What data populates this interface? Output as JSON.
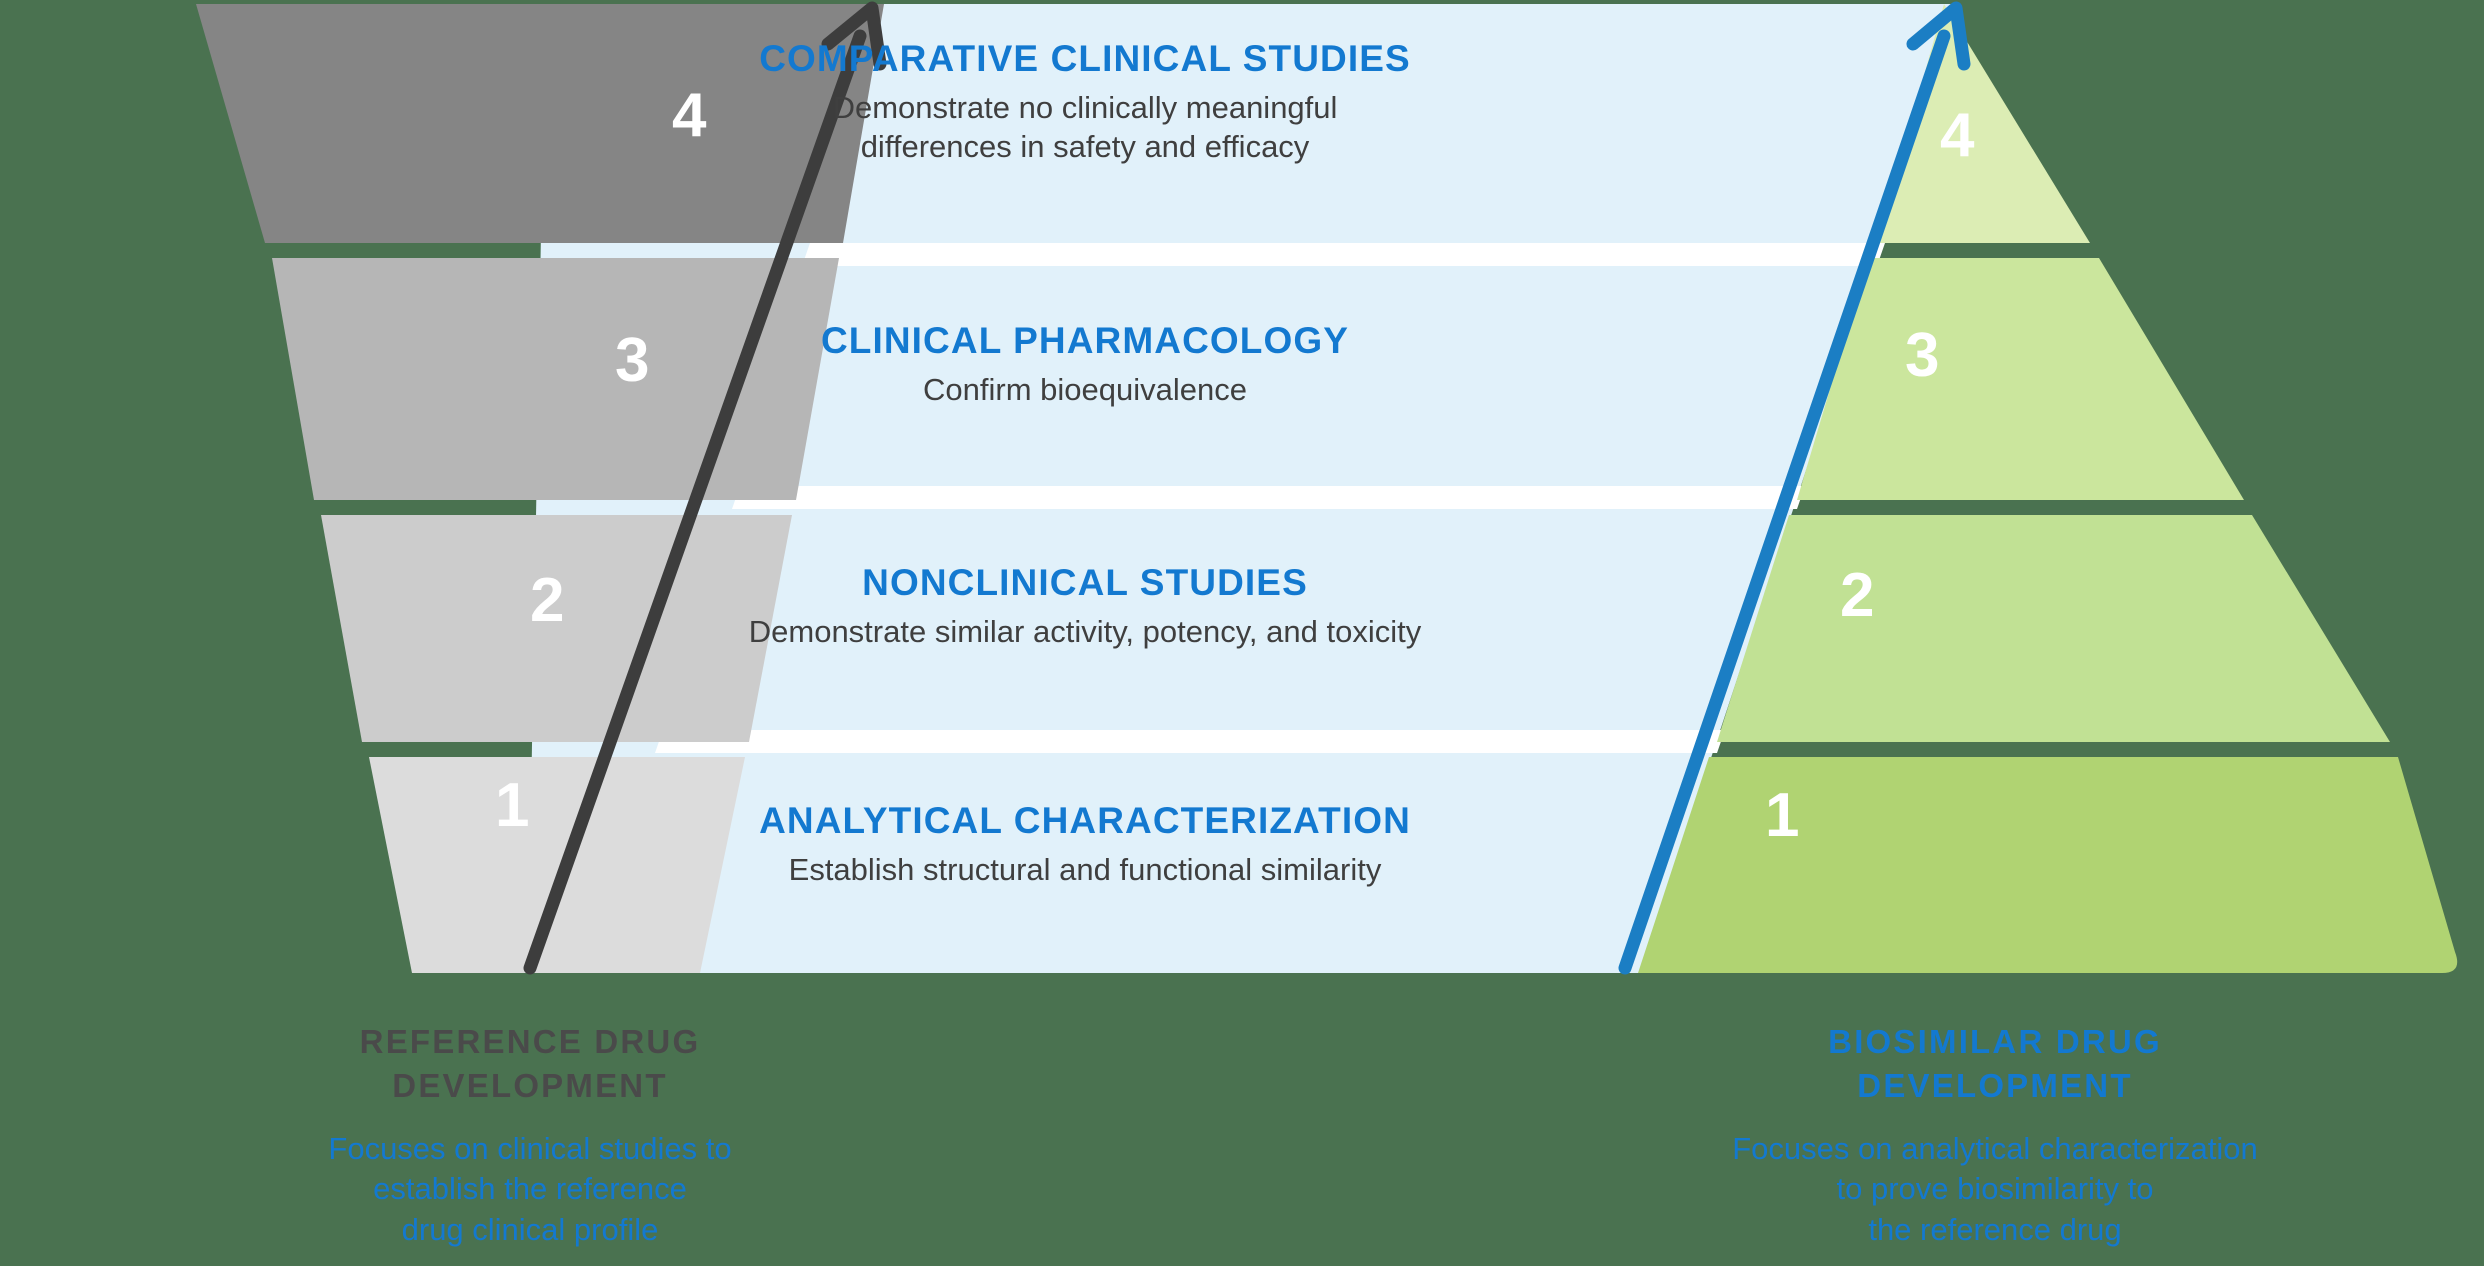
{
  "colors": {
    "background_green": "#4a7250",
    "panel_blue": "#e1f1fa",
    "title_blue": "#1379d0",
    "arrow_blue": "#1b7ec4",
    "arrow_gray": "#3d3d3d",
    "divider_white": "#ffffff",
    "gray_step_4": "#858585",
    "gray_step_3": "#b6b6b6",
    "gray_step_2": "#cccccc",
    "gray_step_1": "#dcdcdc",
    "green_step_4": "#dcedb4",
    "green_step_3": "#cbe69d",
    "green_step_2": "#c1e194",
    "green_step_1": "#b0d372"
  },
  "steps": [
    {
      "number": "4",
      "title": "COMPARATIVE CLINICAL STUDIES",
      "description_lines": [
        "Demonstrate no clinically meaningful",
        "differences in safety and efficacy"
      ]
    },
    {
      "number": "3",
      "title": "CLINICAL PHARMACOLOGY",
      "description_lines": [
        "Confirm bioequivalence"
      ]
    },
    {
      "number": "2",
      "title": "NONCLINICAL STUDIES",
      "description_lines": [
        "Demonstrate similar activity, potency, and toxicity"
      ]
    },
    {
      "number": "1",
      "title": "ANALYTICAL CHARACTERIZATION",
      "description_lines": [
        "Establish structural and functional similarity"
      ]
    }
  ],
  "left_column": {
    "heading_lines": [
      "REFERENCE  DRUG",
      "DEVELOPMENT"
    ],
    "body_lines": [
      "Focuses on clinical studies to",
      "establish the reference",
      "drug clinical profile"
    ],
    "step_numbers": [
      "4",
      "3",
      "2",
      "1"
    ]
  },
  "right_column": {
    "heading_lines": [
      "BIOSIMILAR  DRUG",
      "DEVELOPMENT"
    ],
    "body_lines": [
      "Focuses on analytical characterization",
      "to prove biosimilarity to",
      "the reference drug"
    ],
    "step_numbers": [
      "4",
      "3",
      "2",
      "1"
    ]
  },
  "icons": {
    "left_arrow": "upward-arrow-icon",
    "right_arrow": "upward-arrow-icon"
  }
}
